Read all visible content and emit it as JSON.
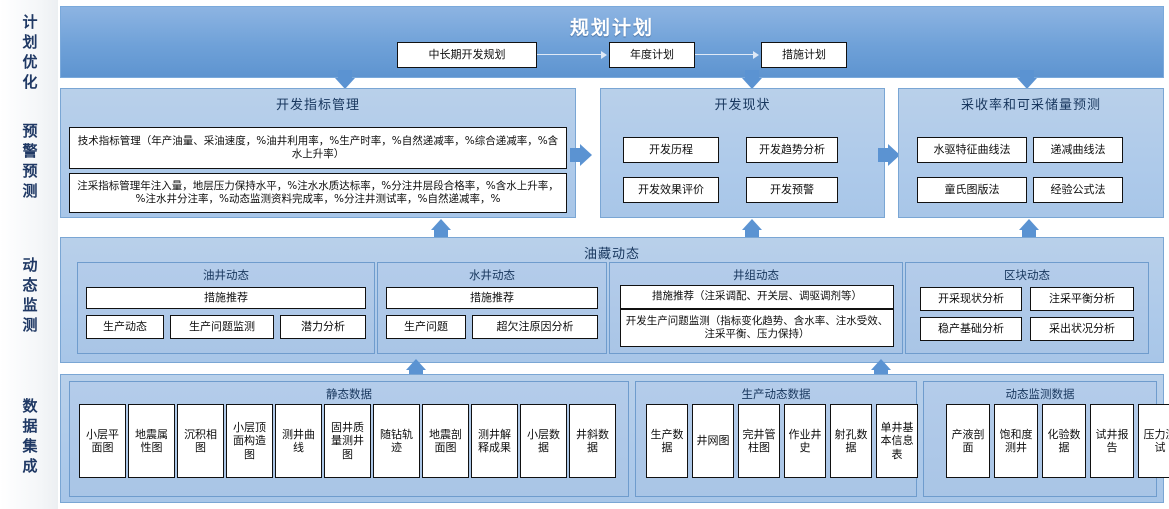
{
  "sidebar": {
    "items": [
      {
        "label": "计划优化"
      },
      {
        "label": "预警预测"
      },
      {
        "label": "动态监测"
      },
      {
        "label": "数据集成"
      }
    ]
  },
  "header_band": {
    "title": "规划计划",
    "flow": [
      {
        "label": "中长期开发规划"
      },
      {
        "label": "年度计划"
      },
      {
        "label": "措施计划"
      }
    ]
  },
  "row_forecast": {
    "dev_index": {
      "title": "开发指标管理",
      "items": [
        {
          "label": "技术指标管理（年产油量、采油速度，%油井利用率，%生产时率，%自然递减率，%综合递减率，%含水上升率）"
        },
        {
          "label": "注采指标管理年注入量，地层压力保持水平，%注水水质达标率，%分注井层段合格率，%含水上升率，%注水井分注率，%动态监测资料完成率，%分注井测试率，%自然递减率，%"
        }
      ]
    },
    "dev_status": {
      "title": "开发现状",
      "items": [
        {
          "label": "开发历程"
        },
        {
          "label": "开发趋势分析"
        },
        {
          "label": "开发效果评价"
        },
        {
          "label": "开发预警"
        }
      ]
    },
    "recovery": {
      "title": "采收率和可采储量预测",
      "items": [
        {
          "label": "水驱特征曲线法"
        },
        {
          "label": "递减曲线法"
        },
        {
          "label": "童氏图版法"
        },
        {
          "label": "经验公式法"
        }
      ]
    }
  },
  "row_reservoir": {
    "title": "油藏动态",
    "groups": [
      {
        "title": "油井动态",
        "wide": [
          {
            "label": "措施推荐"
          }
        ],
        "items": [
          {
            "label": "生产动态"
          },
          {
            "label": "生产问题监测"
          },
          {
            "label": "潜力分析"
          }
        ]
      },
      {
        "title": "水井动态",
        "wide": [
          {
            "label": "措施推荐"
          }
        ],
        "items": [
          {
            "label": "生产问题"
          },
          {
            "label": "超欠注原因分析"
          }
        ]
      },
      {
        "title": "井组动态",
        "wide": [
          {
            "label": "措施推荐（注采调配、开关层、调驱调剂等）"
          },
          {
            "label": "开发生产问题监测（指标变化趋势、含水率、注水受效、注采平衡、压力保持）"
          }
        ],
        "items": []
      },
      {
        "title": "区块动态",
        "wide": [],
        "items": [
          {
            "label": "开采现状分析"
          },
          {
            "label": "注采平衡分析"
          },
          {
            "label": "稳产基础分析"
          },
          {
            "label": "采出状况分析"
          }
        ]
      }
    ]
  },
  "row_data": {
    "groups": [
      {
        "title": "静态数据",
        "items": [
          {
            "label": "小层平面图"
          },
          {
            "label": "地震属性图"
          },
          {
            "label": "沉积相图"
          },
          {
            "label": "小层顶面构造图"
          },
          {
            "label": "测井曲线"
          },
          {
            "label": "固井质量测井图"
          },
          {
            "label": "随钻轨迹"
          },
          {
            "label": "地震剖面图"
          },
          {
            "label": "测井解释成果"
          },
          {
            "label": "小层数据"
          },
          {
            "label": "井斜数据"
          }
        ]
      },
      {
        "title": "生产动态数据",
        "items": [
          {
            "label": "生产数据"
          },
          {
            "label": "井网图"
          },
          {
            "label": "完井管柱图"
          },
          {
            "label": "作业井史"
          },
          {
            "label": "射孔数据"
          },
          {
            "label": "单井基本信息表"
          }
        ]
      },
      {
        "title": "动态监测数据",
        "items": [
          {
            "label": "产液剖面"
          },
          {
            "label": "饱和度测井"
          },
          {
            "label": "化验数据"
          },
          {
            "label": "试井报告"
          },
          {
            "label": "压力测试"
          }
        ]
      }
    ]
  },
  "colors": {
    "band_blue": "#6fa1d8",
    "panel_blue": "#aecaea",
    "arrow_blue": "#5b93d2",
    "title_navy": "#17365d"
  }
}
